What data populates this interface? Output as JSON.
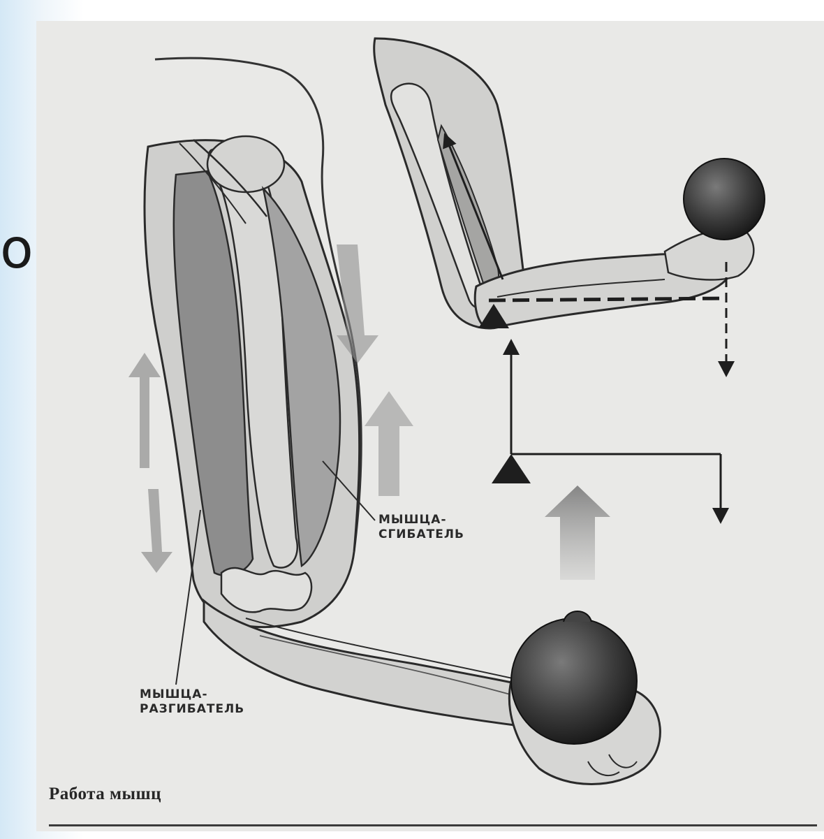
{
  "slide": {
    "edge_glyph": "о"
  },
  "figure": {
    "flexor_label": [
      "МЫШЦА-",
      "СГИБАТЕЛЬ"
    ],
    "extensor_label": [
      "МЫШЦА-",
      "РАЗГИБАТЕЛЬ"
    ],
    "caption": "Работа мышц"
  },
  "colors": {
    "paper": "#e9e9e7",
    "ink": "#1e1e1e",
    "muscle": "#9c9c9c",
    "slide_accent": "#d4e8f6"
  }
}
